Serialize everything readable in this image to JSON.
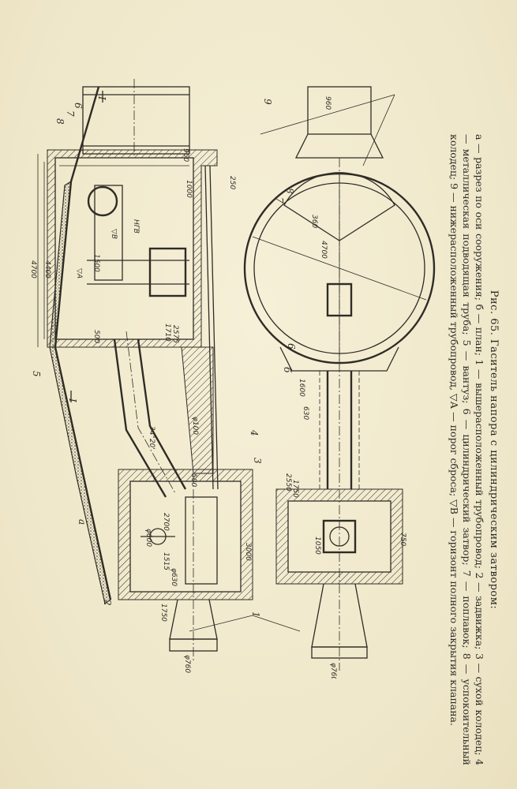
{
  "figure": {
    "title": "Рис. 65. Гаситель напора с цилиндрическим затвором:",
    "description": "а — разрез по оси сооружения; б — план; 1 — вышерасположенный трубопровод; 2 — задвижка; 3 — сухой колодец; 4 — металлическая подводящая труба; 5 — вантуз; 6 — цилиндрический затвор; 7 — поплавок; 8 — успокоительный колодец; 9 — нижерасположенный трубопровод, ▽А — порог сброса; ▽В — горизонт полного закрытия клапана."
  },
  "labels": {
    "section_a": "а",
    "plan_b": "б",
    "n1": "1",
    "n2": "2",
    "n3": "3",
    "n4": "4",
    "n5": "5",
    "n6": "6",
    "n7": "7",
    "n8": "8",
    "n9": "9",
    "section_mark": "I",
    "section_mark2": "I",
    "level_a": "▽A",
    "level_b": "▽B",
    "level_nhb": "НГВ"
  },
  "dimensions": {
    "d960a": "960",
    "d960b": "960",
    "d1000": "1000",
    "d250": "250",
    "d4700a": "4700",
    "d4400": "4400",
    "d1500": "1500",
    "d500a": "500",
    "d1710": "1710",
    "d2575": "2575",
    "d34_20": "34°20'",
    "d500b": "500",
    "dphi100": "φ100",
    "d2700": "2700",
    "dphi600": "φ600",
    "d1515": "1515",
    "dphi630": "φ630",
    "d1750a": "1750",
    "d760a": "φ760",
    "d3000": "3000",
    "d4700b": "4700",
    "d360": "360",
    "d1600": "1600",
    "d630": "630",
    "d2550": "2550",
    "d1750b": "1750",
    "d1050": "1050",
    "d750": "750",
    "d760b": "φ760"
  }
}
